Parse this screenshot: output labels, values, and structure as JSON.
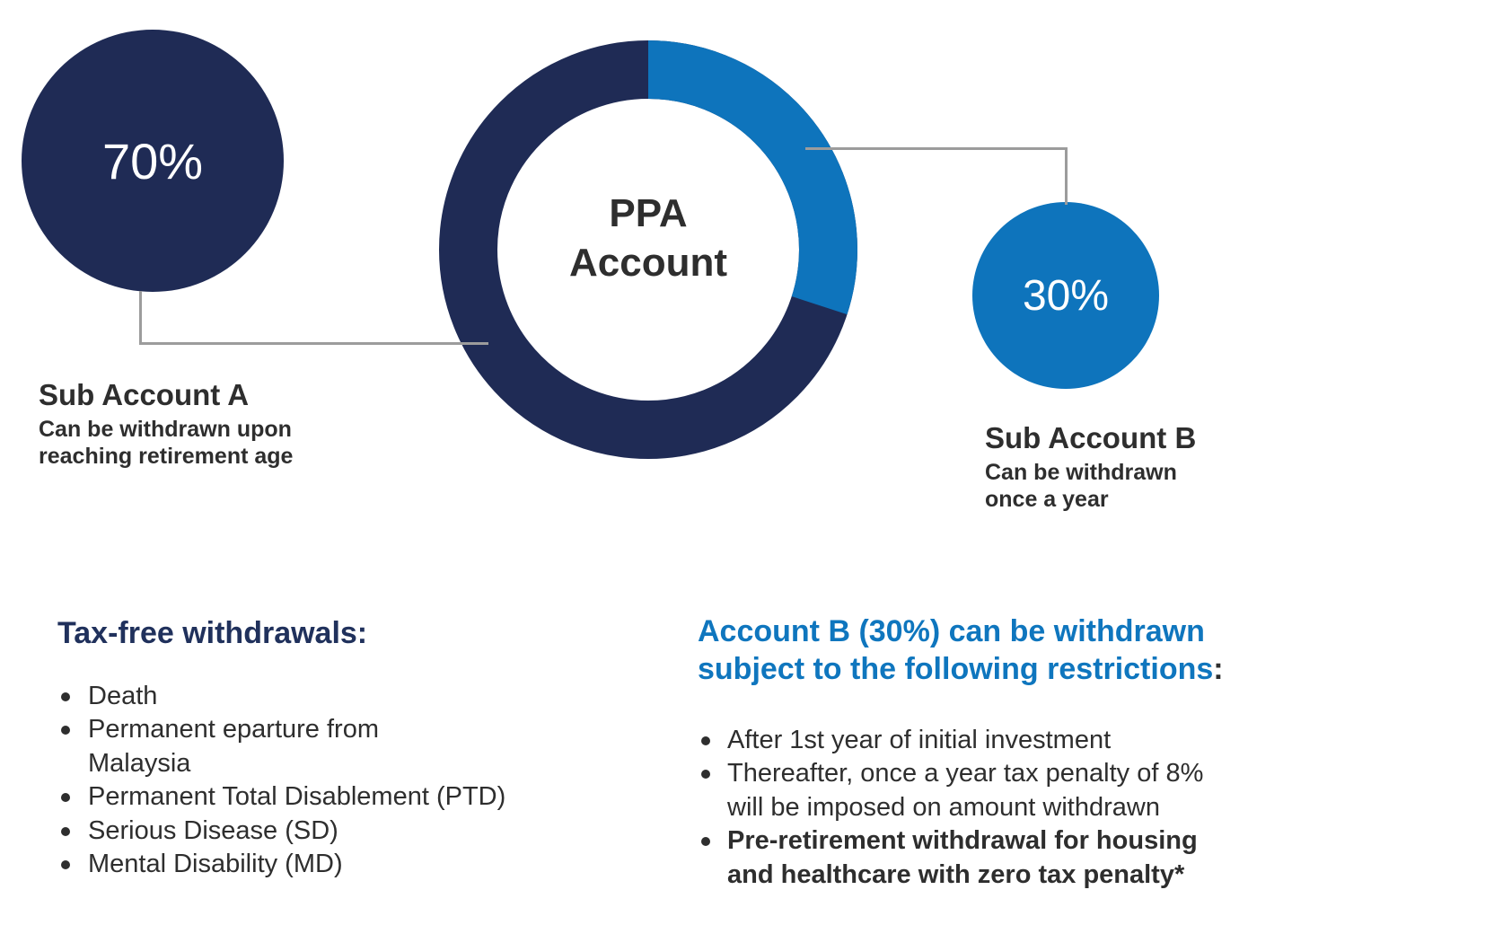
{
  "colors": {
    "navy": "#1F2B55",
    "blue": "#0E74BC",
    "heading_navy": "#20315C",
    "heading_blue": "#0F76BE",
    "text_dark": "#2E2E2E",
    "line_gray": "#9C9C9C"
  },
  "chart_data": {
    "type": "pie",
    "donut": true,
    "title": "PPA Account",
    "categories": [
      "Sub Account A",
      "Sub Account B"
    ],
    "values": [
      70,
      30
    ],
    "labels": [
      "70%",
      "30%"
    ],
    "segment_colors": [
      "#1F2B55",
      "#0E74BC"
    ],
    "start_angle_deg": 0,
    "direction": "clockwise",
    "legend_position": "none"
  },
  "diagram": {
    "circle_a": {
      "value": "70%"
    },
    "circle_b": {
      "value": "30%"
    },
    "donut_label_line1": "PPA",
    "donut_label_line2": "Account",
    "sub_account_a": {
      "title": "Sub Account A",
      "desc_lines": [
        "Can be withdrawn upon",
        "reaching retirement age"
      ]
    },
    "sub_account_b": {
      "title": "Sub Account B",
      "desc_lines": [
        "Can be withdrawn",
        "once a year"
      ]
    }
  },
  "tax_free": {
    "heading": "Tax-free withdrawals:",
    "items": [
      {
        "lines": [
          "Death"
        ],
        "bold": false
      },
      {
        "lines": [
          "Permanent eparture from",
          "Malaysia"
        ],
        "bold": false
      },
      {
        "lines": [
          "Permanent Total Disablement (PTD)"
        ],
        "bold": false
      },
      {
        "lines": [
          "Serious Disease (SD)"
        ],
        "bold": false
      },
      {
        "lines": [
          "Mental Disability (MD)"
        ],
        "bold": false
      }
    ]
  },
  "restrictions": {
    "heading_lines": [
      "Account B (30%) can be withdrawn",
      "subject to the following restrictions"
    ],
    "heading_colon": ":",
    "items": [
      {
        "lines": [
          "After 1st year of initial investment"
        ],
        "bold": false
      },
      {
        "lines": [
          "Thereafter, once a year tax penalty of 8%",
          "will be imposed on amount withdrawn"
        ],
        "bold": false
      },
      {
        "lines": [
          "Pre-retirement withdrawal for housing",
          "and healthcare with zero tax penalty*"
        ],
        "bold": true
      }
    ]
  }
}
